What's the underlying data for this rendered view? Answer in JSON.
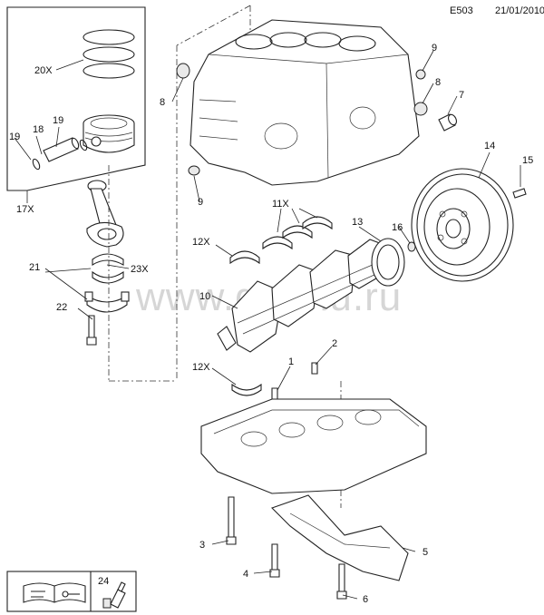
{
  "header": {
    "diagram_code": "E503",
    "date": "21/01/2010"
  },
  "watermark": "www.gm-hu.ru",
  "callouts": {
    "c1": "1",
    "c2": "2",
    "c3": "3",
    "c4": "4",
    "c5": "5",
    "c6": "6",
    "c7": "7",
    "c8a": "8",
    "c8b": "8",
    "c9a": "9",
    "c9b": "9",
    "c10": "10",
    "c11": "11X",
    "c12a": "12X",
    "c12b": "12X",
    "c13": "13",
    "c14": "14",
    "c15": "15",
    "c16": "16",
    "c17": "17X",
    "c18": "18",
    "c19a": "19",
    "c19b": "19",
    "c20": "20X",
    "c21": "21",
    "c22": "22",
    "c23": "23X",
    "c24": "24"
  },
  "legend": {
    "icons": [
      "manual-wrench-icon",
      "sealant-tube-icon"
    ]
  }
}
